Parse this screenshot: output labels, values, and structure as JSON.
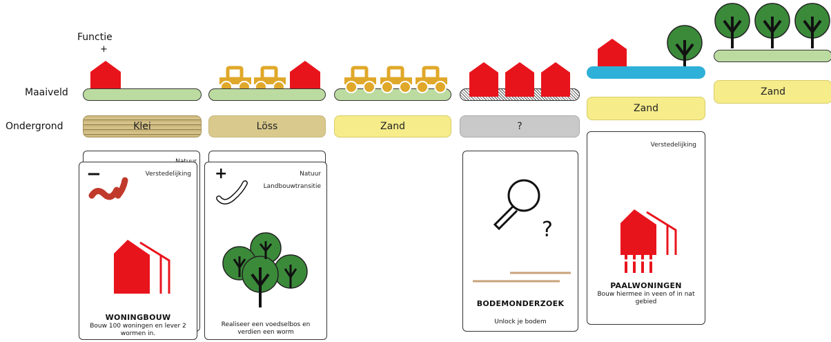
{
  "header": {
    "function_label": "Functie",
    "function_plus": "+"
  },
  "rows": {
    "surface": "Maaiveld",
    "subsoil": "Ondergrond"
  },
  "soils": {
    "klei": "Klei",
    "loss": "Löss",
    "zand": "Zand",
    "unknown": "?"
  },
  "cards": {
    "woningbouw": {
      "tag": "Verstedelijking",
      "title": "WONINGBOUW",
      "desc": "Bouw 100 woningen en lever 2 wormen in."
    },
    "voedselbos": {
      "tag1": "Natuur",
      "tag2": "Landbouwtransitie",
      "desc": "Realiseer een voedselbos en verdien een worm"
    },
    "bodemonderzoek": {
      "title": "BODEMONDERZOEK",
      "desc": "Unlock je bodem",
      "question": "?"
    },
    "paalwoningen": {
      "tag": "Verstedelijking",
      "title": "PAALWONINGEN",
      "desc": "Bouw hiermee in veen of in nat gebied"
    },
    "back_tag": "Natuur",
    "minus": "−",
    "plus": "+"
  },
  "colors": {
    "house": "#e8141c",
    "tractor": "#e0a82a",
    "tree": "#3b8a3a",
    "water": "#2fb0d8",
    "grass": "#bcdba0",
    "sand": "#f6ec8a",
    "root": "#c9a27a"
  }
}
